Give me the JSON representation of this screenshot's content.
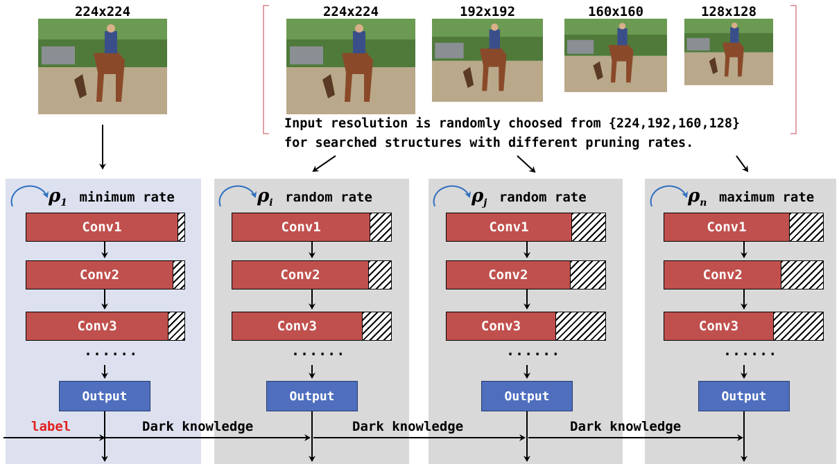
{
  "left_input": {
    "resolution": "224x224"
  },
  "top_inputs": [
    {
      "resolution": "224x224"
    },
    {
      "resolution": "192x192"
    },
    {
      "resolution": "160x160"
    },
    {
      "resolution": "128x128"
    }
  ],
  "caption": {
    "line1": "Input resolution is randomly choosed from {224,192,160,128}",
    "line2": "for searched structures with different pruning rates."
  },
  "panels": [
    {
      "rho_sub": "1",
      "rate_label": "minimum rate",
      "pruned_fractions": [
        0.04,
        0.07,
        0.1
      ],
      "bg": "#dde1ef"
    },
    {
      "rho_sub": "i",
      "rate_label": "random rate",
      "pruned_fractions": [
        0.13,
        0.14,
        0.18
      ],
      "bg": "#d9d9d9"
    },
    {
      "rho_sub": "j",
      "rate_label": "random rate",
      "pruned_fractions": [
        0.21,
        0.22,
        0.31
      ],
      "bg": "#d9d9d9"
    },
    {
      "rho_sub": "n",
      "rate_label": "maximum rate",
      "pruned_fractions": [
        0.21,
        0.26,
        0.31
      ],
      "bg": "#d9d9d9"
    }
  ],
  "layers": [
    "Conv1",
    "Conv2",
    "Conv3"
  ],
  "ellipsis": "......",
  "output_label": "Output",
  "label_text": "label",
  "dark_knowledge": "Dark knowledge",
  "colors": {
    "conv": "#c0504d",
    "output": "#4f6fbe",
    "bracket": "#d9848a",
    "label": "#e02020"
  }
}
